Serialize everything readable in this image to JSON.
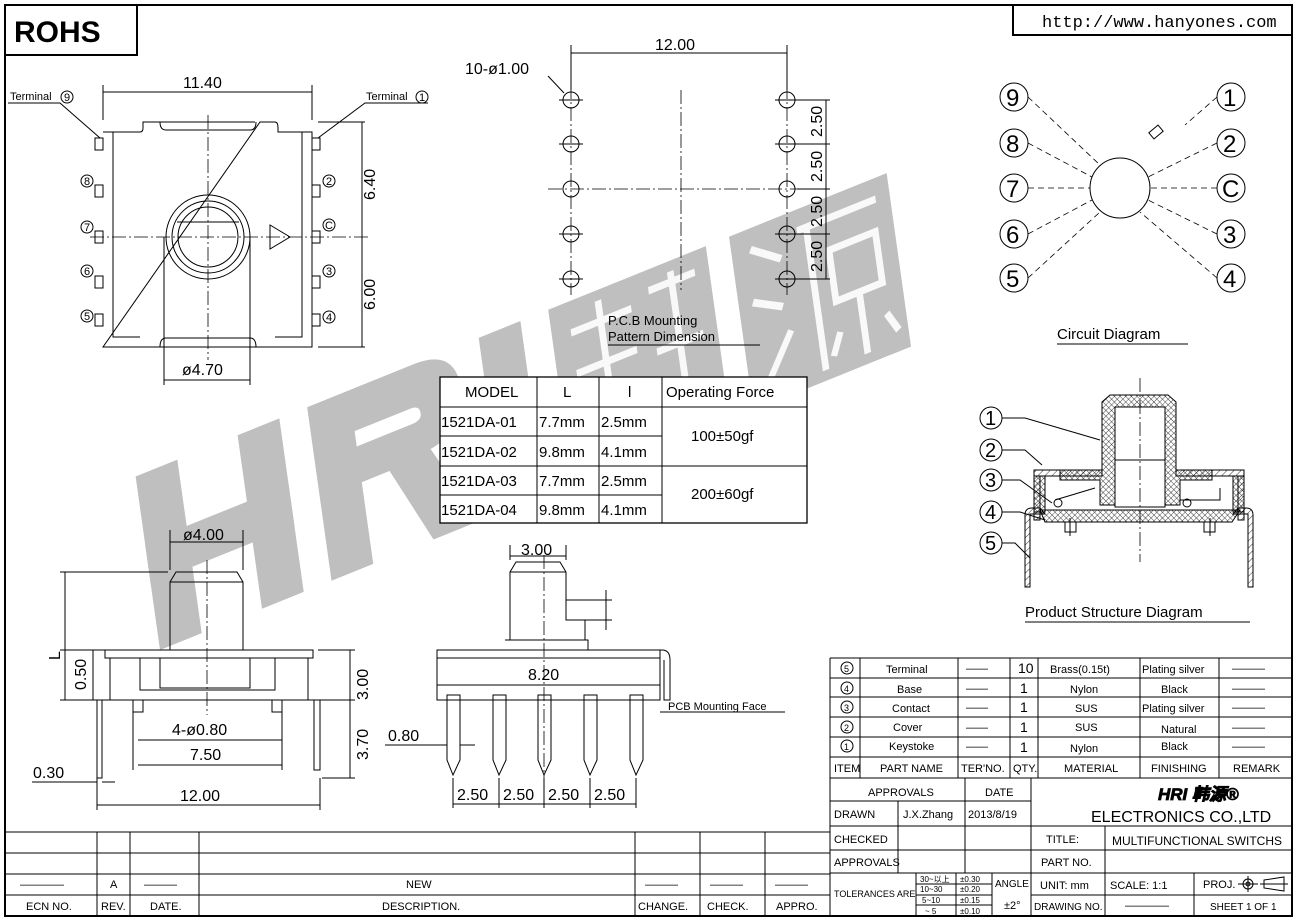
{
  "header": {
    "rohs": "ROHS",
    "url": "http://www.hanyones.com"
  },
  "watermark": "HRI 韩源",
  "top_view": {
    "dim_width": "11.40",
    "dim_upper": "6.40",
    "dim_lower": "6.00",
    "dim_dia": "ø4.70",
    "terminal_label": "Terminal",
    "pins_left": [
      "9",
      "8",
      "7",
      "6",
      "5"
    ],
    "pins_right": [
      "1",
      "2",
      "C",
      "3",
      "4"
    ]
  },
  "pcb_pattern": {
    "hole_note": "10-ø1.00",
    "dim_width": "12.00",
    "pitch": [
      "2.50",
      "2.50",
      "2.50",
      "2.50"
    ],
    "title_line1": "P.C.B Mounting",
    "title_line2": "Pattern Dimension"
  },
  "model_table": {
    "headers": [
      "MODEL",
      "L",
      "l",
      "Operating Force"
    ],
    "rows": [
      {
        "model": "1521DA-01",
        "L": "7.7mm",
        "l": "2.5mm"
      },
      {
        "model": "1521DA-02",
        "L": "9.8mm",
        "l": "4.1mm"
      },
      {
        "model": "1521DA-03",
        "L": "7.7mm",
        "l": "2.5mm"
      },
      {
        "model": "1521DA-04",
        "L": "9.8mm",
        "l": "4.1mm"
      }
    ],
    "forces": [
      "100±50gf",
      "200±60gf"
    ]
  },
  "circuit": {
    "left": [
      "9",
      "8",
      "7",
      "6",
      "5"
    ],
    "right": [
      "1",
      "2",
      "C",
      "3",
      "4"
    ],
    "title": "Circuit Diagram"
  },
  "structure": {
    "items": [
      "1",
      "2",
      "3",
      "4",
      "5"
    ],
    "title": "Product Structure Diagram"
  },
  "side_view": {
    "dim_stem": "ø4.00",
    "dim_L": "L",
    "dim_050": "0.50",
    "dim_300": "3.00",
    "dim_370": "3.70",
    "dim_holes": "4-ø0.80",
    "dim_750": "7.50",
    "dim_1200": "12.00",
    "dim_030": "0.30"
  },
  "front_view": {
    "dim_stem": "3.00",
    "dim_body": "8.20",
    "pcb_face": "PCB Mounting Face",
    "dim_pin": "0.80",
    "pitch": [
      "2.50",
      "2.50",
      "2.50",
      "2.50"
    ]
  },
  "bom": {
    "headers": [
      "ITEM",
      "PART NAME",
      "TER'NO.",
      "QTY.",
      "MATERIAL",
      "FINISHING",
      "REMARK"
    ],
    "rows": [
      {
        "item": "5",
        "name": "Terminal",
        "ter": "——",
        "qty": "10",
        "material": "Brass(0.15t)",
        "finish": "Plating silver",
        "remark": "———"
      },
      {
        "item": "4",
        "name": "Base",
        "ter": "——",
        "qty": "1",
        "material": "Nylon",
        "finish": "Black",
        "remark": "———"
      },
      {
        "item": "3",
        "name": "Contact",
        "ter": "——",
        "qty": "1",
        "material": "SUS",
        "finish": "Plating silver",
        "remark": "———"
      },
      {
        "item": "2",
        "name": "Cover",
        "ter": "——",
        "qty": "1",
        "material": "SUS",
        "finish": "Natural",
        "remark": "———"
      },
      {
        "item": "1",
        "name": "Keystoke",
        "ter": "——",
        "qty": "1",
        "material": "Nylon",
        "finish": "Black",
        "remark": "———"
      }
    ]
  },
  "title_block": {
    "approvals_h": "APPROVALS",
    "date_h": "DATE",
    "drawn_l": "DRAWN",
    "drawn_by": "J.X.Zhang",
    "drawn_date": "2013/8/19",
    "checked_l": "CHECKED",
    "approvals_l": "APPROVALS",
    "logo": "HRI 韩源®",
    "company": "ELECTRONICS  CO.,LTD",
    "title_l": "TITLE:",
    "title": "MULTIFUNCTIONAL SWITCHS",
    "part_no_l": "PART NO.",
    "tolerances_l": "TOLERANCES ARE",
    "tol_ranges": [
      "30~以上",
      "10~30",
      "5~10",
      "~ 5"
    ],
    "tol_values": [
      "±0.30",
      "±0.20",
      "±0.15",
      "±0.10"
    ],
    "angle_l": "ANGLE",
    "angle_v": "±2°",
    "unit": "UNIT:  mm",
    "scale": "SCALE:   1:1",
    "proj": "PROJ.",
    "drawing_no_l": "DRAWING NO.",
    "drawing_no": "————",
    "sheet": "SHEET   1  OF  1"
  },
  "revision": {
    "headers": [
      "ECN NO.",
      "REV.",
      "DATE.",
      "DESCRIPTION.",
      "CHANGE.",
      "CHECK.",
      "APPRO."
    ],
    "row": {
      "ecn": "————",
      "rev": "A",
      "date": "———",
      "desc": "NEW",
      "change": "———",
      "check": "———",
      "appro": "———"
    }
  }
}
